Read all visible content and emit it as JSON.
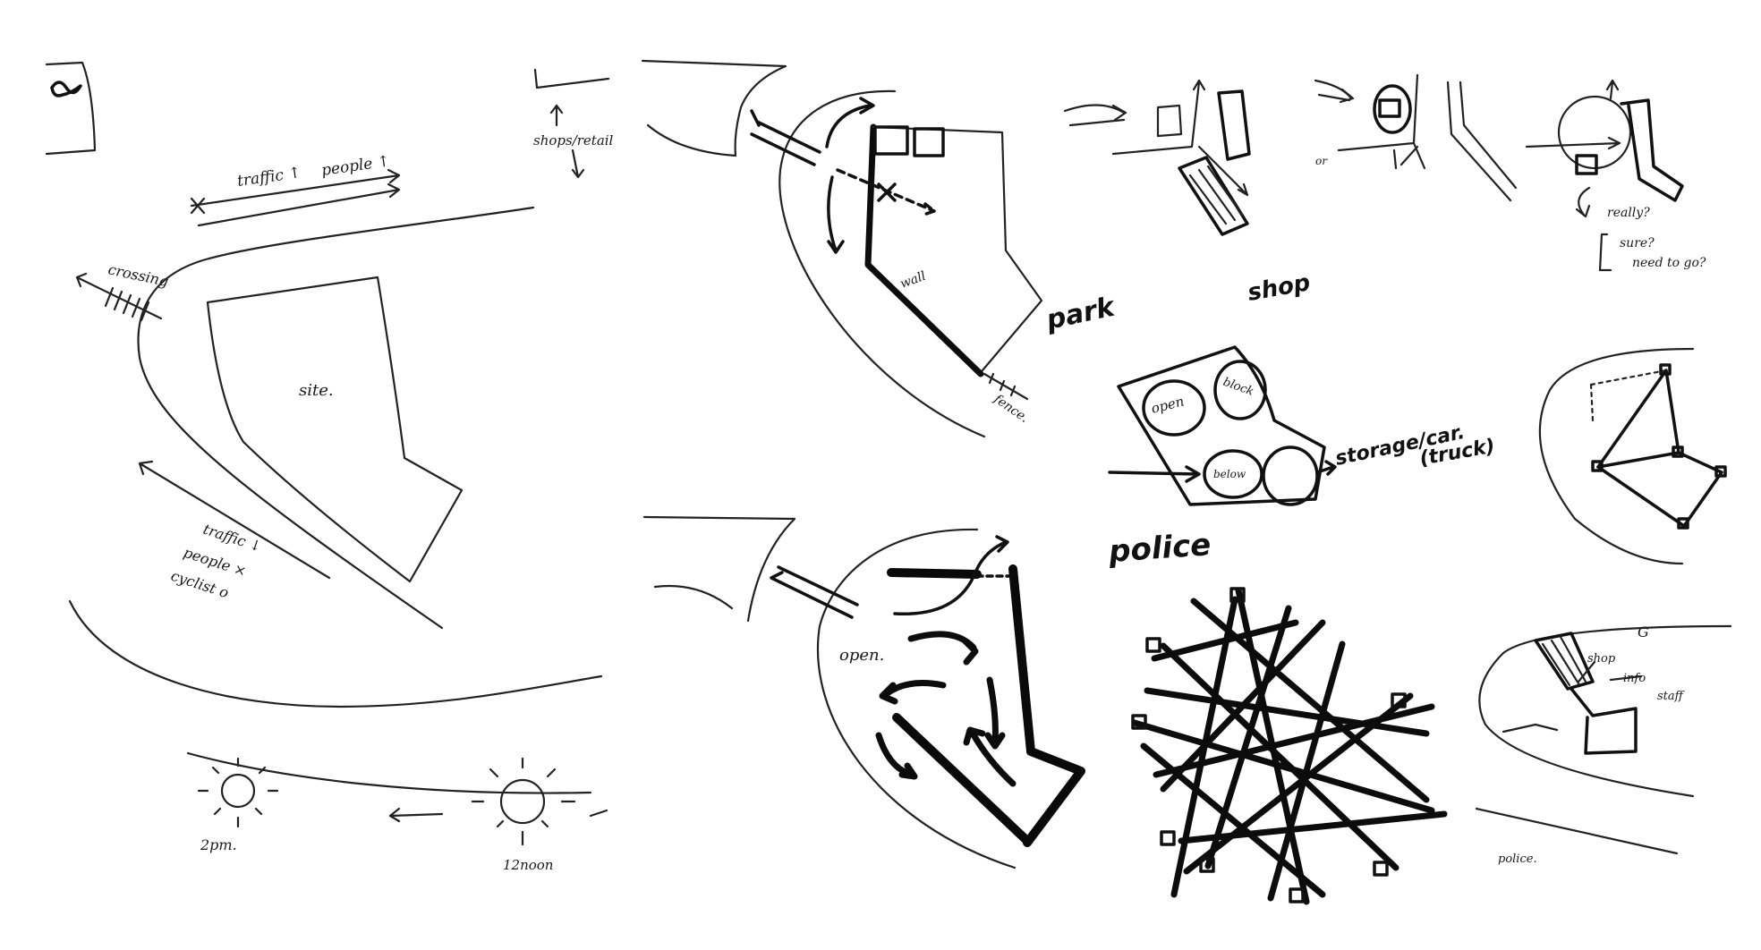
{
  "panel_a": {
    "shops": "shops/retail",
    "traffic_top": "traffic ↑",
    "people_top": "people ↑",
    "crossing": "crossing",
    "site": "site.",
    "traffic_bottom": "traffic ↓",
    "people_bottom": "people ×",
    "cyclist": "cyclist o",
    "time_2pm": "2pm.",
    "time_12": "12noon"
  },
  "panel_b": {
    "wall": "wall",
    "fence": "fence.",
    "open": "open."
  },
  "panel_c": {
    "park": "park",
    "shop": "shop",
    "police": "police",
    "bubble_open": "open",
    "bubble_block": "block",
    "bubble_bottom": "below",
    "storage": "storage/car.",
    "truck": "(truck)",
    "or": "or",
    "really": "really?",
    "sure": "sure?",
    "need": "need to go?",
    "shop_small": "shop",
    "info": "info",
    "staff": "staff",
    "police_small": "police.",
    "g": "G"
  }
}
